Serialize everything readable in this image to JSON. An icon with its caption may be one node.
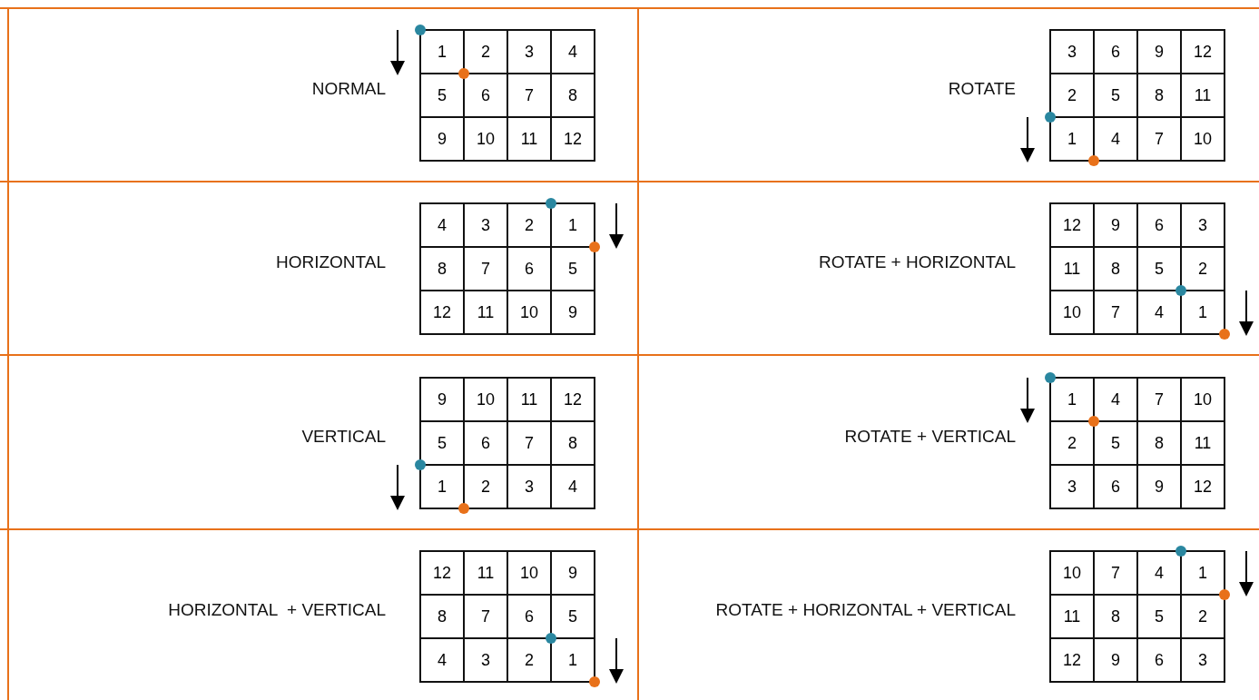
{
  "diagram": {
    "labels": [
      "NORMAL",
      "1",
      "2",
      "3",
      "4",
      "5",
      "6",
      "7",
      "8",
      "9",
      "10",
      "11",
      "12",
      "ROTATE",
      "3",
      "6",
      "9",
      "12",
      "2",
      "5",
      "8",
      "11",
      "1",
      "4",
      "7",
      "10",
      "HORIZONTAL",
      "4",
      "3",
      "2",
      "1",
      "8",
      "7",
      "6",
      "5",
      "12",
      "11",
      "10",
      "9",
      "ROTATE + HORIZONTAL",
      "12",
      "9",
      "6",
      "3",
      "11",
      "8",
      "5",
      "2",
      "10",
      "7",
      "4",
      "1",
      "VERTICAL",
      "9",
      "10",
      "11",
      "12",
      "5",
      "6",
      "7",
      "8",
      "1",
      "2",
      "3",
      "4",
      "ROTATE + VERTICAL",
      "1",
      "4",
      "7",
      "10",
      "2",
      "5",
      "8",
      "11",
      "3",
      "6",
      "9",
      "12",
      "HORIZONTAL  + VERTICAL",
      "12",
      "11",
      "10",
      "9",
      "8",
      "7",
      "6",
      "5",
      "4",
      "3",
      "2",
      "1",
      "ROTATE + HORIZONTAL + VERTICAL",
      "10",
      "7",
      "4",
      "1",
      "11",
      "8",
      "5",
      "2",
      "12",
      "9",
      "6",
      "3"
    ]
  }
}
